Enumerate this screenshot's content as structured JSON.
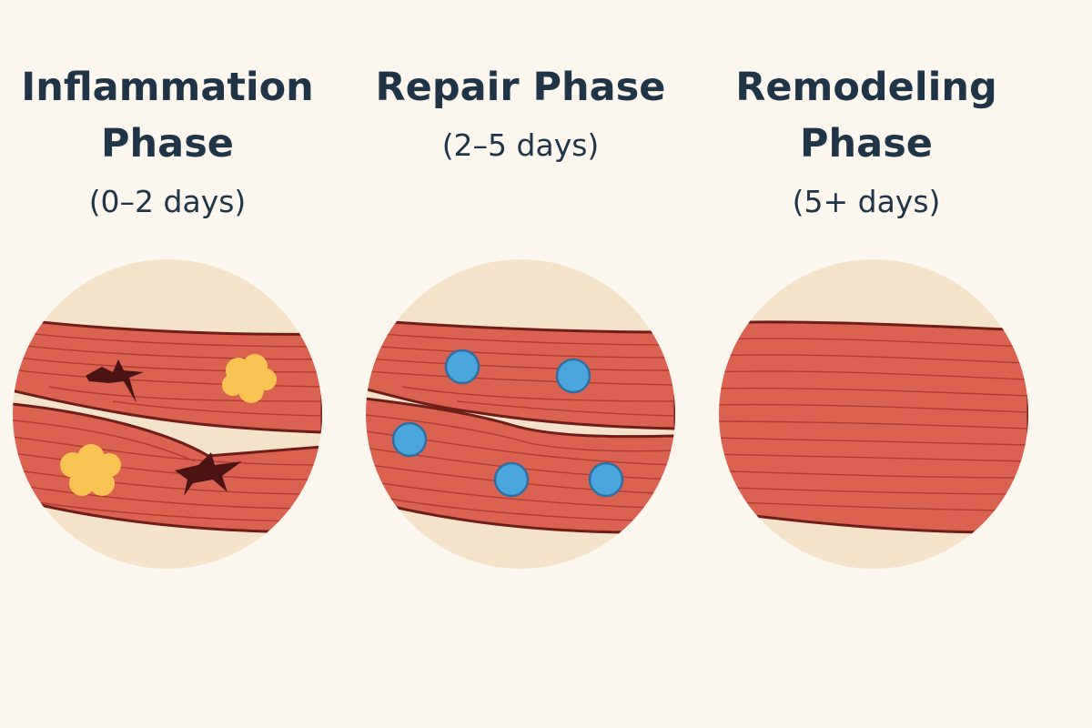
{
  "palette": {
    "background": "#fcf7ee",
    "circle_background": "#f5e3c9",
    "muscle": "#db6151",
    "muscle_fiber_line": "#a8362d",
    "muscle_border": "#6e1d18",
    "tear_gap": "#f7e6cf",
    "damage_mark": "#4a1413",
    "inflammation_blob": "#f7c451",
    "repair_cell": "#4aa6dd",
    "repair_cell_border": "#2e6ea1",
    "title_text": "#1f3447"
  },
  "phases": [
    {
      "id": "inflammation",
      "title_lines": [
        "Inflammation",
        "Phase"
      ],
      "duration": "(0–2 days)",
      "illustration": "torn-muscle-with-damage-and-inflammation-icon"
    },
    {
      "id": "repair",
      "title_lines": [
        "Repair Phase"
      ],
      "duration": "(2–5 days)",
      "illustration": "healing-muscle-with-repair-cells-icon"
    },
    {
      "id": "remodeling",
      "title_lines": [
        "Remodeling",
        "Phase"
      ],
      "duration": "(5+ days)",
      "illustration": "healed-muscle-icon"
    }
  ]
}
